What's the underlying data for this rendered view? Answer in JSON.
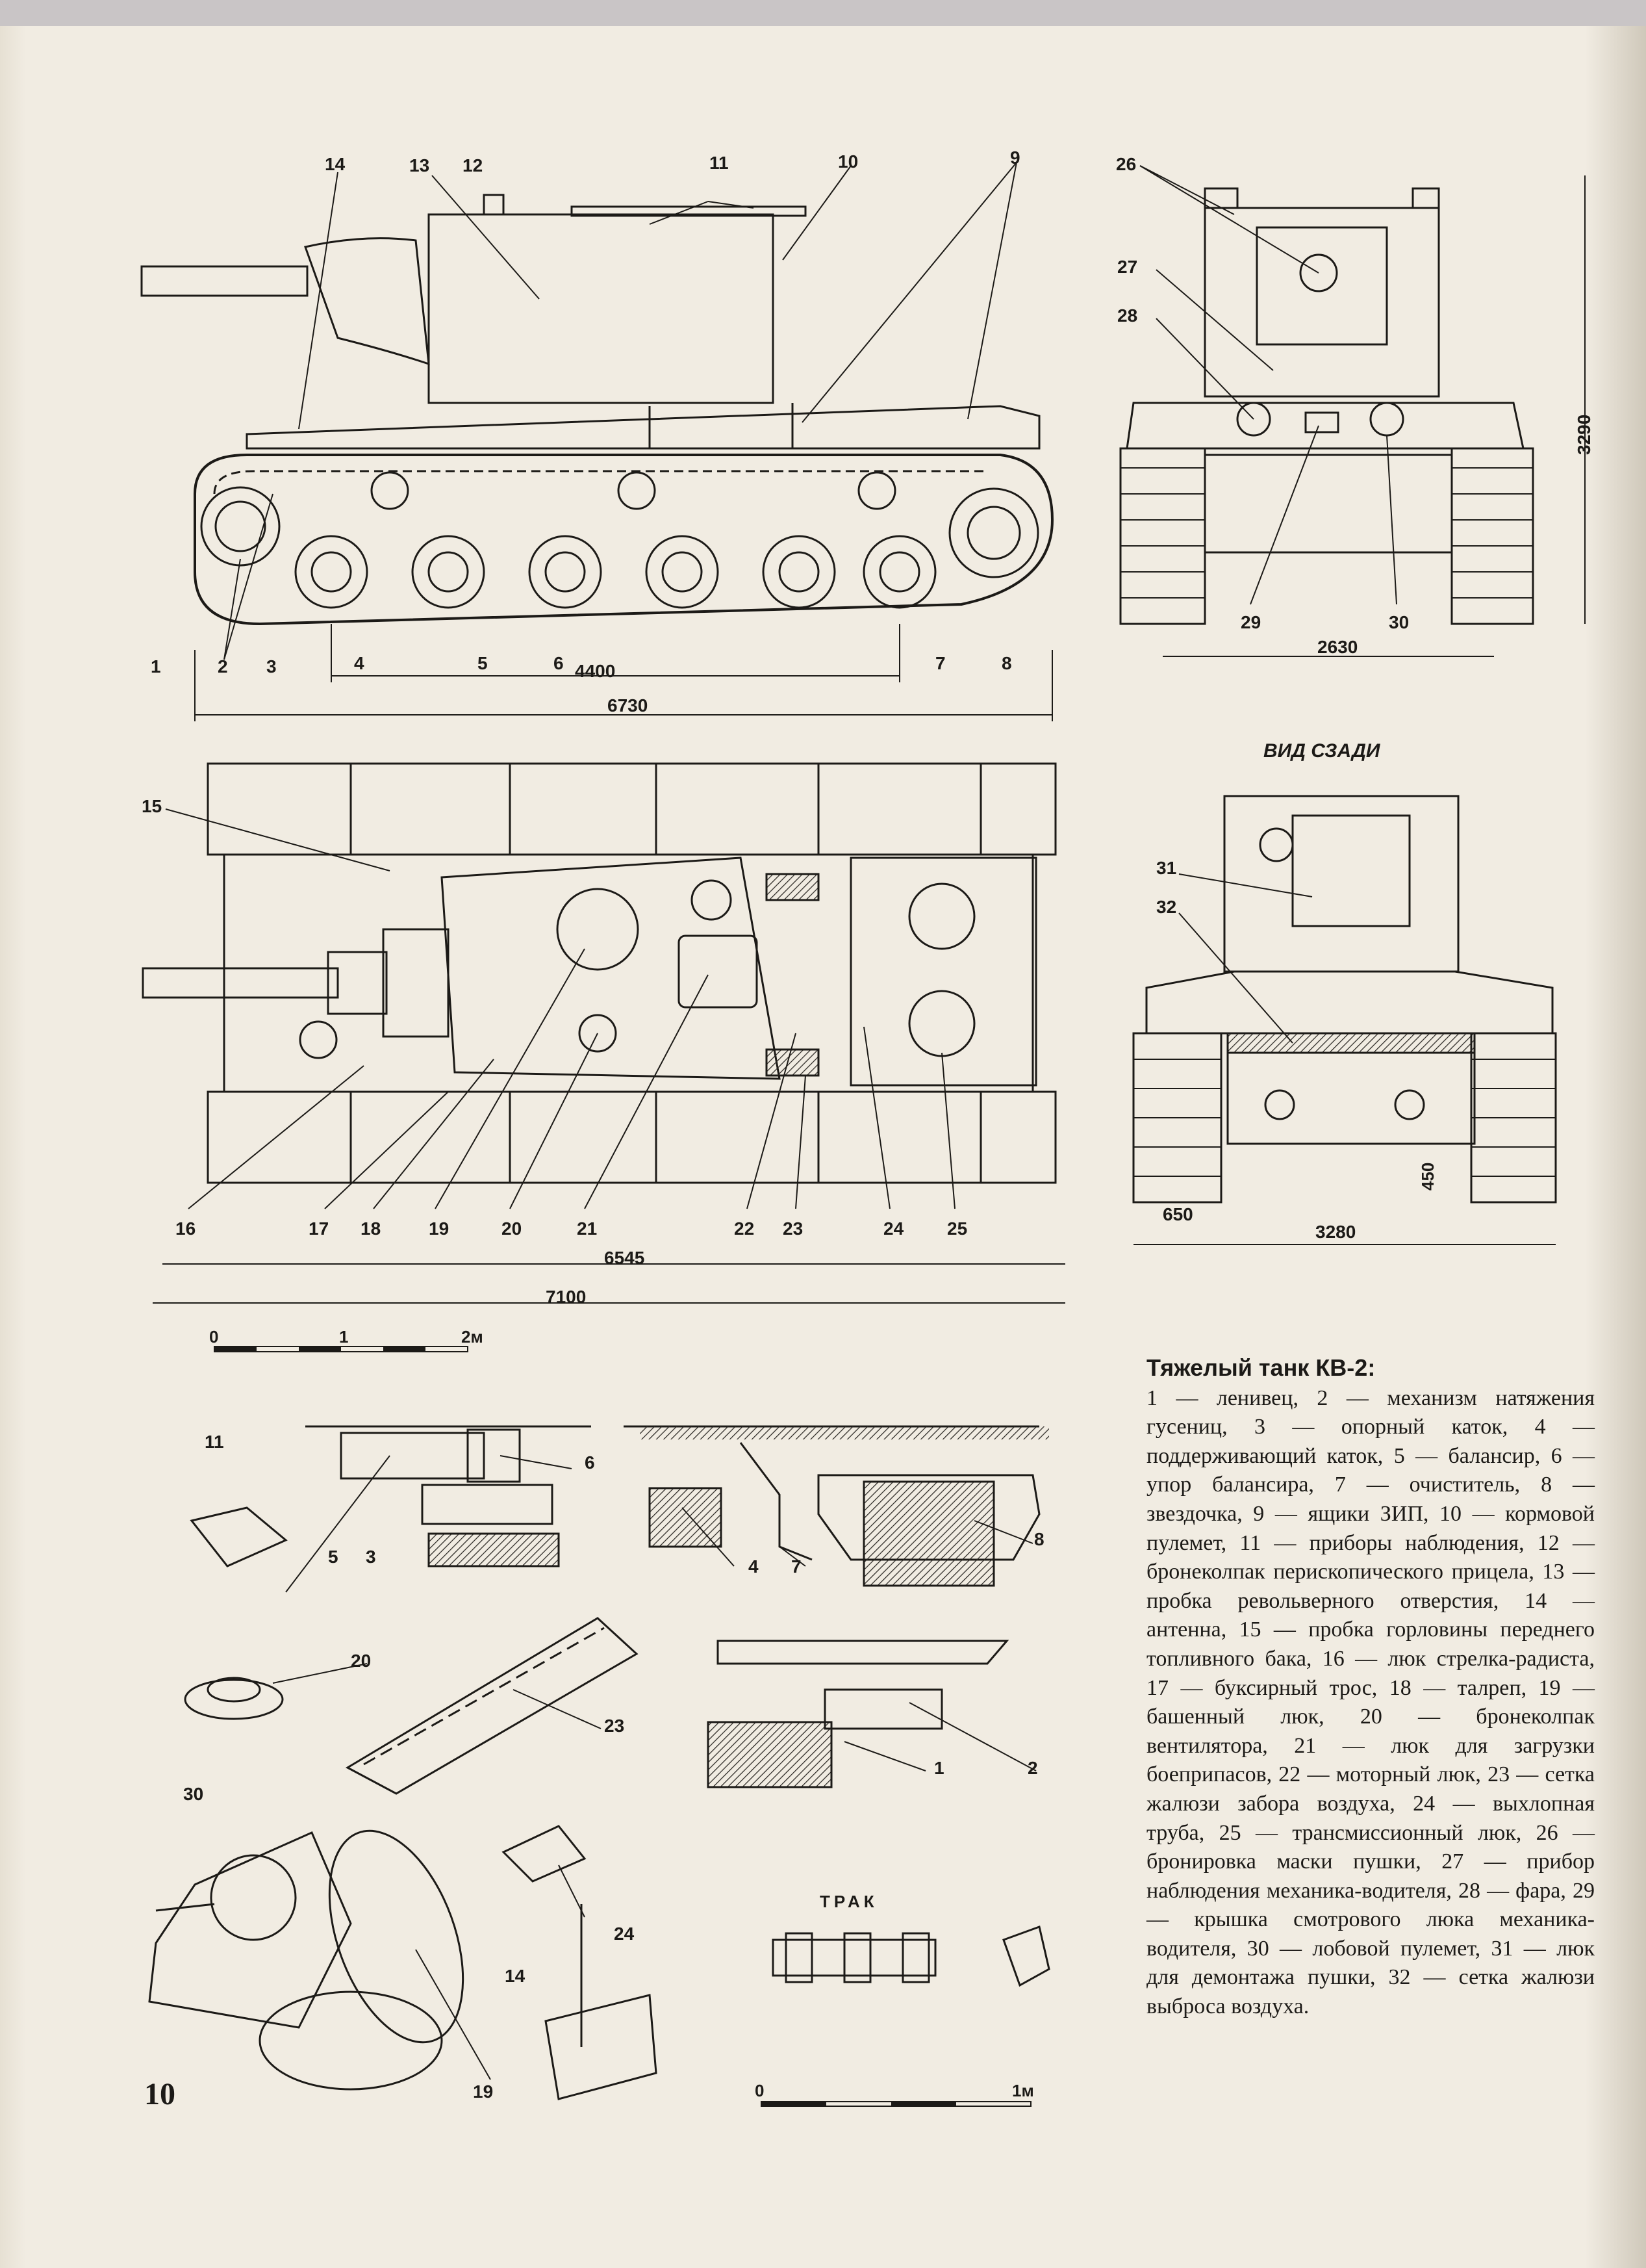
{
  "labels": {
    "side": {
      "c1": "1",
      "c2": "2",
      "c3": "3",
      "c4": "4",
      "c5": "5",
      "c6": "6",
      "c7": "7",
      "c8": "8",
      "c9": "9",
      "c10": "10",
      "c11": "11",
      "c12": "12",
      "c13": "13",
      "c14": "14",
      "dim_wheelbase": "4400",
      "dim_length": "6730"
    },
    "front": {
      "c26": "26",
      "c27": "27",
      "c28": "28",
      "c29": "29",
      "c30": "30",
      "dim_height": "3290",
      "dim_track": "2630"
    },
    "top": {
      "c15": "15",
      "c16": "16",
      "c17": "17",
      "c18": "18",
      "c19": "19",
      "c20": "20",
      "c21": "21",
      "c22": "22",
      "c23": "23",
      "c24": "24",
      "c25": "25",
      "dim_hull": "6545",
      "dim_total": "7100"
    },
    "rear": {
      "view_title": "ВИД СЗАДИ",
      "c31": "31",
      "c32": "32",
      "dim_clearance": "450",
      "dim_track_w": "650",
      "dim_width": "3280"
    },
    "scale_top": {
      "s0": "0",
      "s1": "1",
      "s2": "2м"
    },
    "details": {
      "d11": "11",
      "d5": "5",
      "d3": "3",
      "d6": "6",
      "d4": "4",
      "d7": "7",
      "d8": "8",
      "d20": "20",
      "d23": "23",
      "d1": "1",
      "d2": "2",
      "d30": "30",
      "d24": "24",
      "d14": "14",
      "d19": "19",
      "trak_title": "ТРАК"
    },
    "scale_bottom": {
      "s0": "0",
      "s1": "1м"
    }
  },
  "caption": {
    "title": "Тяжелый танк КВ-2:",
    "text": "1 — ленивец, 2 — механизм натяжения гусениц, 3 — опорный каток, 4 — поддерживающий каток, 5 — балансир, 6 — упор балансира, 7 — очиститель, 8 — звездочка, 9 — ящики ЗИП, 10 — кормовой пулемет, 11 — приборы наблюдения, 12 — бронеколпак перископического прицела, 13 — пробка револьверного отверстия, 14 — антенна, 15 — пробка горловины переднего топливного бака, 16 — люк стрелка-радиста, 17 — буксирный трос, 18 — талреп, 19 — башенный люк, 20 — бронеколпак вентилятора, 21 — люк для загрузки боеприпасов, 22 — моторный люк, 23 — сетка жалюзи забора воздуха, 24 — выхлопная труба, 25 — трансмиссионный люк, 26 — бронировка маски пушки, 27 — прибор наблюдения механика-водителя, 28 — фара, 29 — крышка смотрового люка механика-водителя, 30 — лобовой пулемет, 31 — люк для демонтажа пушки, 32 — сетка жалюзи выброса воздуха."
  },
  "page_number": "10"
}
